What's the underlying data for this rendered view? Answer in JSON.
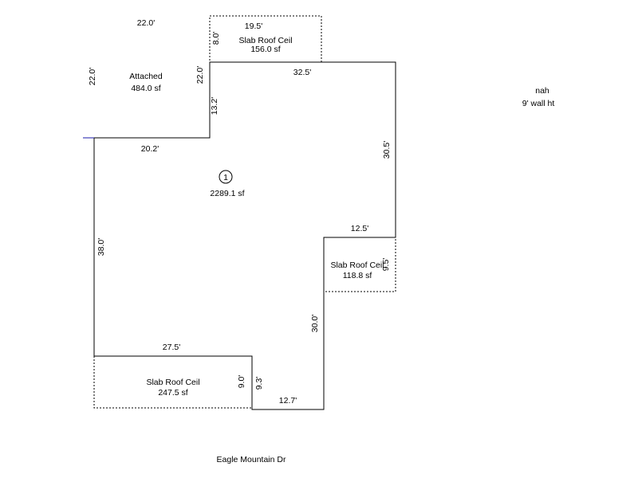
{
  "main_area": {
    "marker": "1",
    "area": "2289.1 sf"
  },
  "attached": {
    "label": "Attached",
    "area": "484.0 sf",
    "top_dim": "22.0'",
    "left_dim": "22.0'",
    "right_dim": "22.0'"
  },
  "slab_top": {
    "label": "Slab Roof Ceil",
    "area": "156.0 sf",
    "top_dim": "19.5'",
    "side_dim": "8.0'"
  },
  "slab_right": {
    "label": "Slab Roof Ceil",
    "area": "118.8 sf",
    "side_dim": "9.5'"
  },
  "slab_bottom": {
    "label": "Slab Roof Ceil",
    "area": "247.5 sf",
    "side_dim": "9.0'"
  },
  "dimensions": {
    "top_right_wall": "32.5'",
    "right_wall": "30.5'",
    "notch_top": "12.5'",
    "notch_left": "30.0'",
    "left_wall": "38.0'",
    "upper_left_wall": "20.2'",
    "inner_step": "13.2'",
    "bottom_left_wall": "27.5'",
    "bottom_step": "9.3'",
    "bottom_wall": "12.7'"
  },
  "notes": {
    "title": "nah",
    "wall_height": "9' wall ht"
  },
  "street": "Eagle Mountain Dr"
}
